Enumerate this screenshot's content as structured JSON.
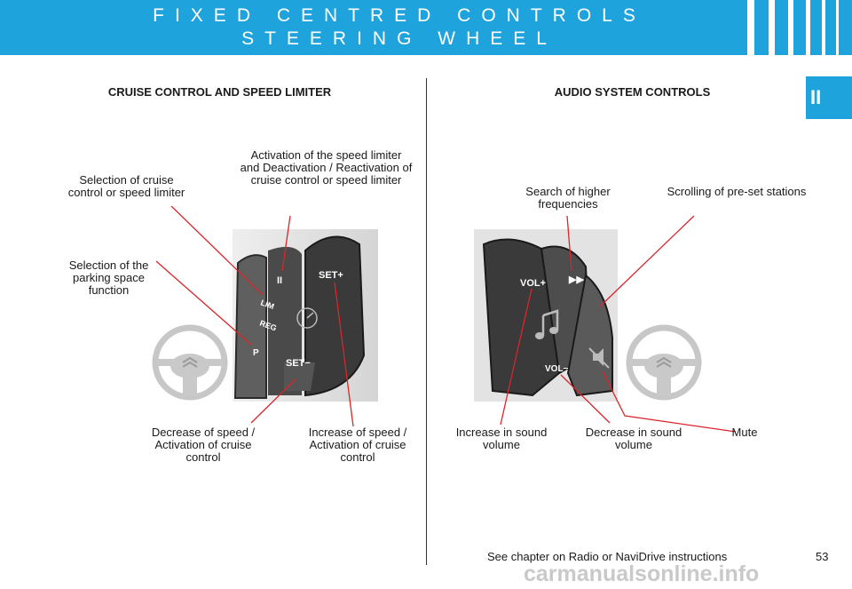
{
  "header": {
    "title_line1": "FIXED CENTRED CONTROLS",
    "title_line2": "STEERING WHEEL",
    "bg_color": "#1fa3dc"
  },
  "section_tab": "II",
  "left": {
    "heading": "CRUISE CONTROL AND SPEED LIMITER",
    "labels": {
      "selection_cruise": "Selection of cruise control or speed limiter",
      "activation": "Activation of the speed limiter and Deactivation / Reactivation of cruise control or speed limiter",
      "parking": "Selection of the parking space function",
      "decrease_speed": "Decrease of speed / Activation of cruise control",
      "increase_speed": "Increase of speed / Activation of cruise control"
    },
    "control_marks": {
      "set_plus": "SET+",
      "set_minus": "SET−",
      "pause": "II",
      "lim": "LIM",
      "reg": "REG",
      "park": "P"
    }
  },
  "right": {
    "heading": "AUDIO SYSTEM CONTROLS",
    "labels": {
      "search_higher": "Search of higher frequencies",
      "scrolling": "Scrolling of pre-set stations",
      "increase_volume": "Increase in sound volume",
      "decrease_volume": "Decrease in sound volume",
      "mute": "Mute"
    },
    "control_marks": {
      "vol_plus": "VOL+",
      "vol_minus": "VOL−",
      "seek": "▶▶"
    }
  },
  "footnote": "See chapter on Radio or NaviDrive instructions",
  "page_number": "53",
  "watermark": "carmanualsonline.info",
  "leader_color": "#d9262a"
}
